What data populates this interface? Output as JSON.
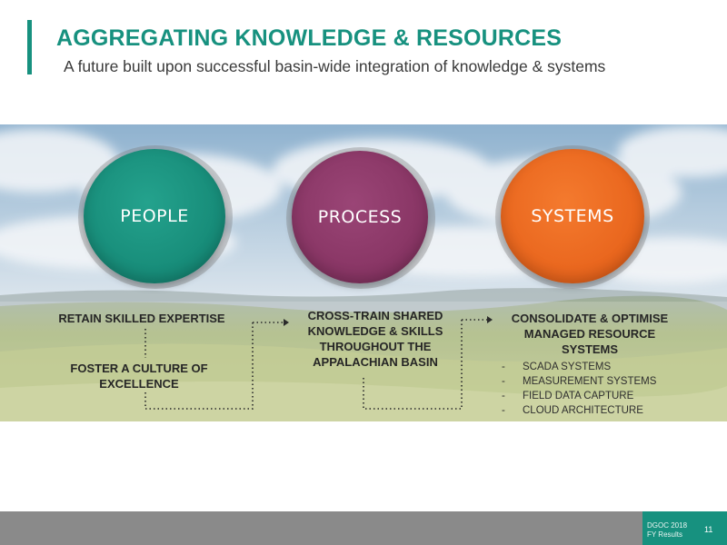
{
  "header": {
    "title": "AGGREGATING KNOWLEDGE & RESOURCES",
    "subtitle": "A future built upon successful basin-wide integration of knowledge & systems"
  },
  "pillars": [
    {
      "label": "PEOPLE",
      "color": "#17917f"
    },
    {
      "label": "PROCESS",
      "color": "#873463"
    },
    {
      "label": "SYSTEMS",
      "color": "#e8641c"
    }
  ],
  "people": {
    "retain": "RETAIN SKILLED EXPERTISE",
    "foster_line1": "FOSTER A CULTURE OF",
    "foster_line2": "EXCELLENCE"
  },
  "process": {
    "line1": "CROSS-TRAIN SHARED",
    "line2": "KNOWLEDGE & SKILLS",
    "line3": "THROUGHOUT THE",
    "line4": "APPALACHIAN BASIN"
  },
  "systems": {
    "line1": "CONSOLIDATE & OPTIMISE",
    "line2": "MANAGED RESOURCE",
    "line3": "SYSTEMS",
    "items": [
      "SCADA SYSTEMS",
      "MEASUREMENT SYSTEMS",
      "FIELD DATA CAPTURE",
      "CLOUD ARCHITECTURE"
    ],
    "bullet": "-"
  },
  "footer": {
    "line1": "DGOC 2018",
    "line2": "FY Results",
    "page": "11"
  }
}
